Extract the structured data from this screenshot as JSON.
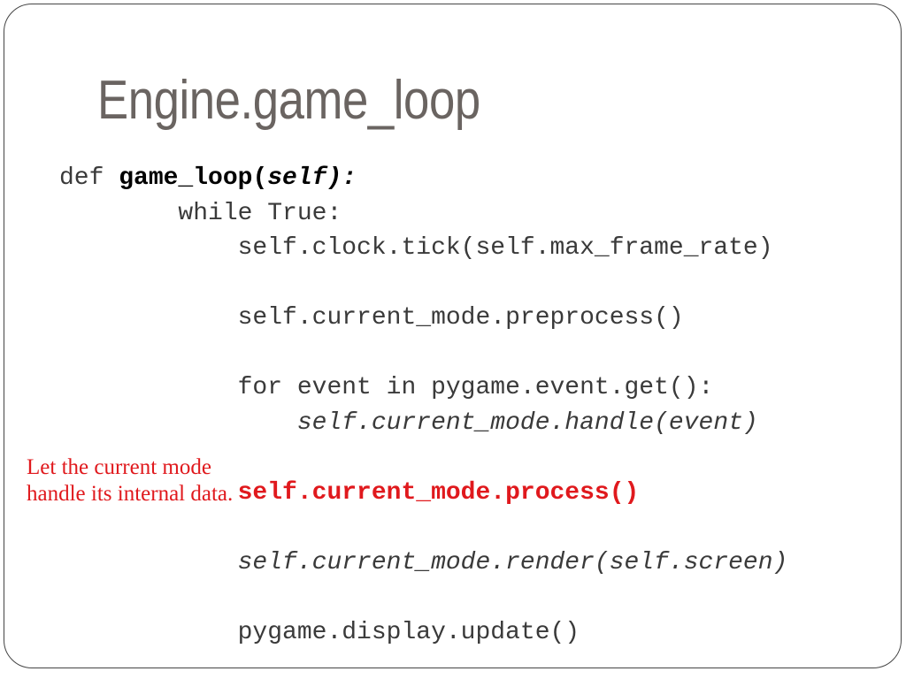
{
  "title": "Engine.game_loop",
  "annotation": {
    "line1": "Let the current mode",
    "line2": "handle its internal data."
  },
  "code": {
    "lines": [
      {
        "segments": [
          {
            "text": "def "
          },
          {
            "text": "game_loop("
          },
          {
            "text": "self):"
          }
        ]
      },
      {
        "segments": [
          {
            "text": "        while True:"
          }
        ]
      },
      {
        "segments": [
          {
            "text": "            self.clock.tick(self.max_frame_rate)"
          }
        ]
      },
      {
        "segments": [
          {
            "text": "            self.current_mode.preprocess()"
          }
        ]
      },
      {
        "segments": [
          {
            "text": "            for event in pygame.event.get():"
          }
        ]
      },
      {
        "segments": [
          {
            "text": "                self.current_mode.handle(event)"
          }
        ]
      },
      {
        "segments": [
          {
            "text": "            self.current_mode.process()"
          }
        ]
      },
      {
        "segments": [
          {
            "text": "            self.current_mode.render(self.screen)"
          }
        ]
      },
      {
        "segments": [
          {
            "text": "            pygame.display.update()"
          }
        ]
      }
    ]
  },
  "colors": {
    "highlight_red": "#e0191d",
    "title_gray": "#6a6461",
    "code_text": "#3a3a3a",
    "frame_border": "#454545"
  }
}
